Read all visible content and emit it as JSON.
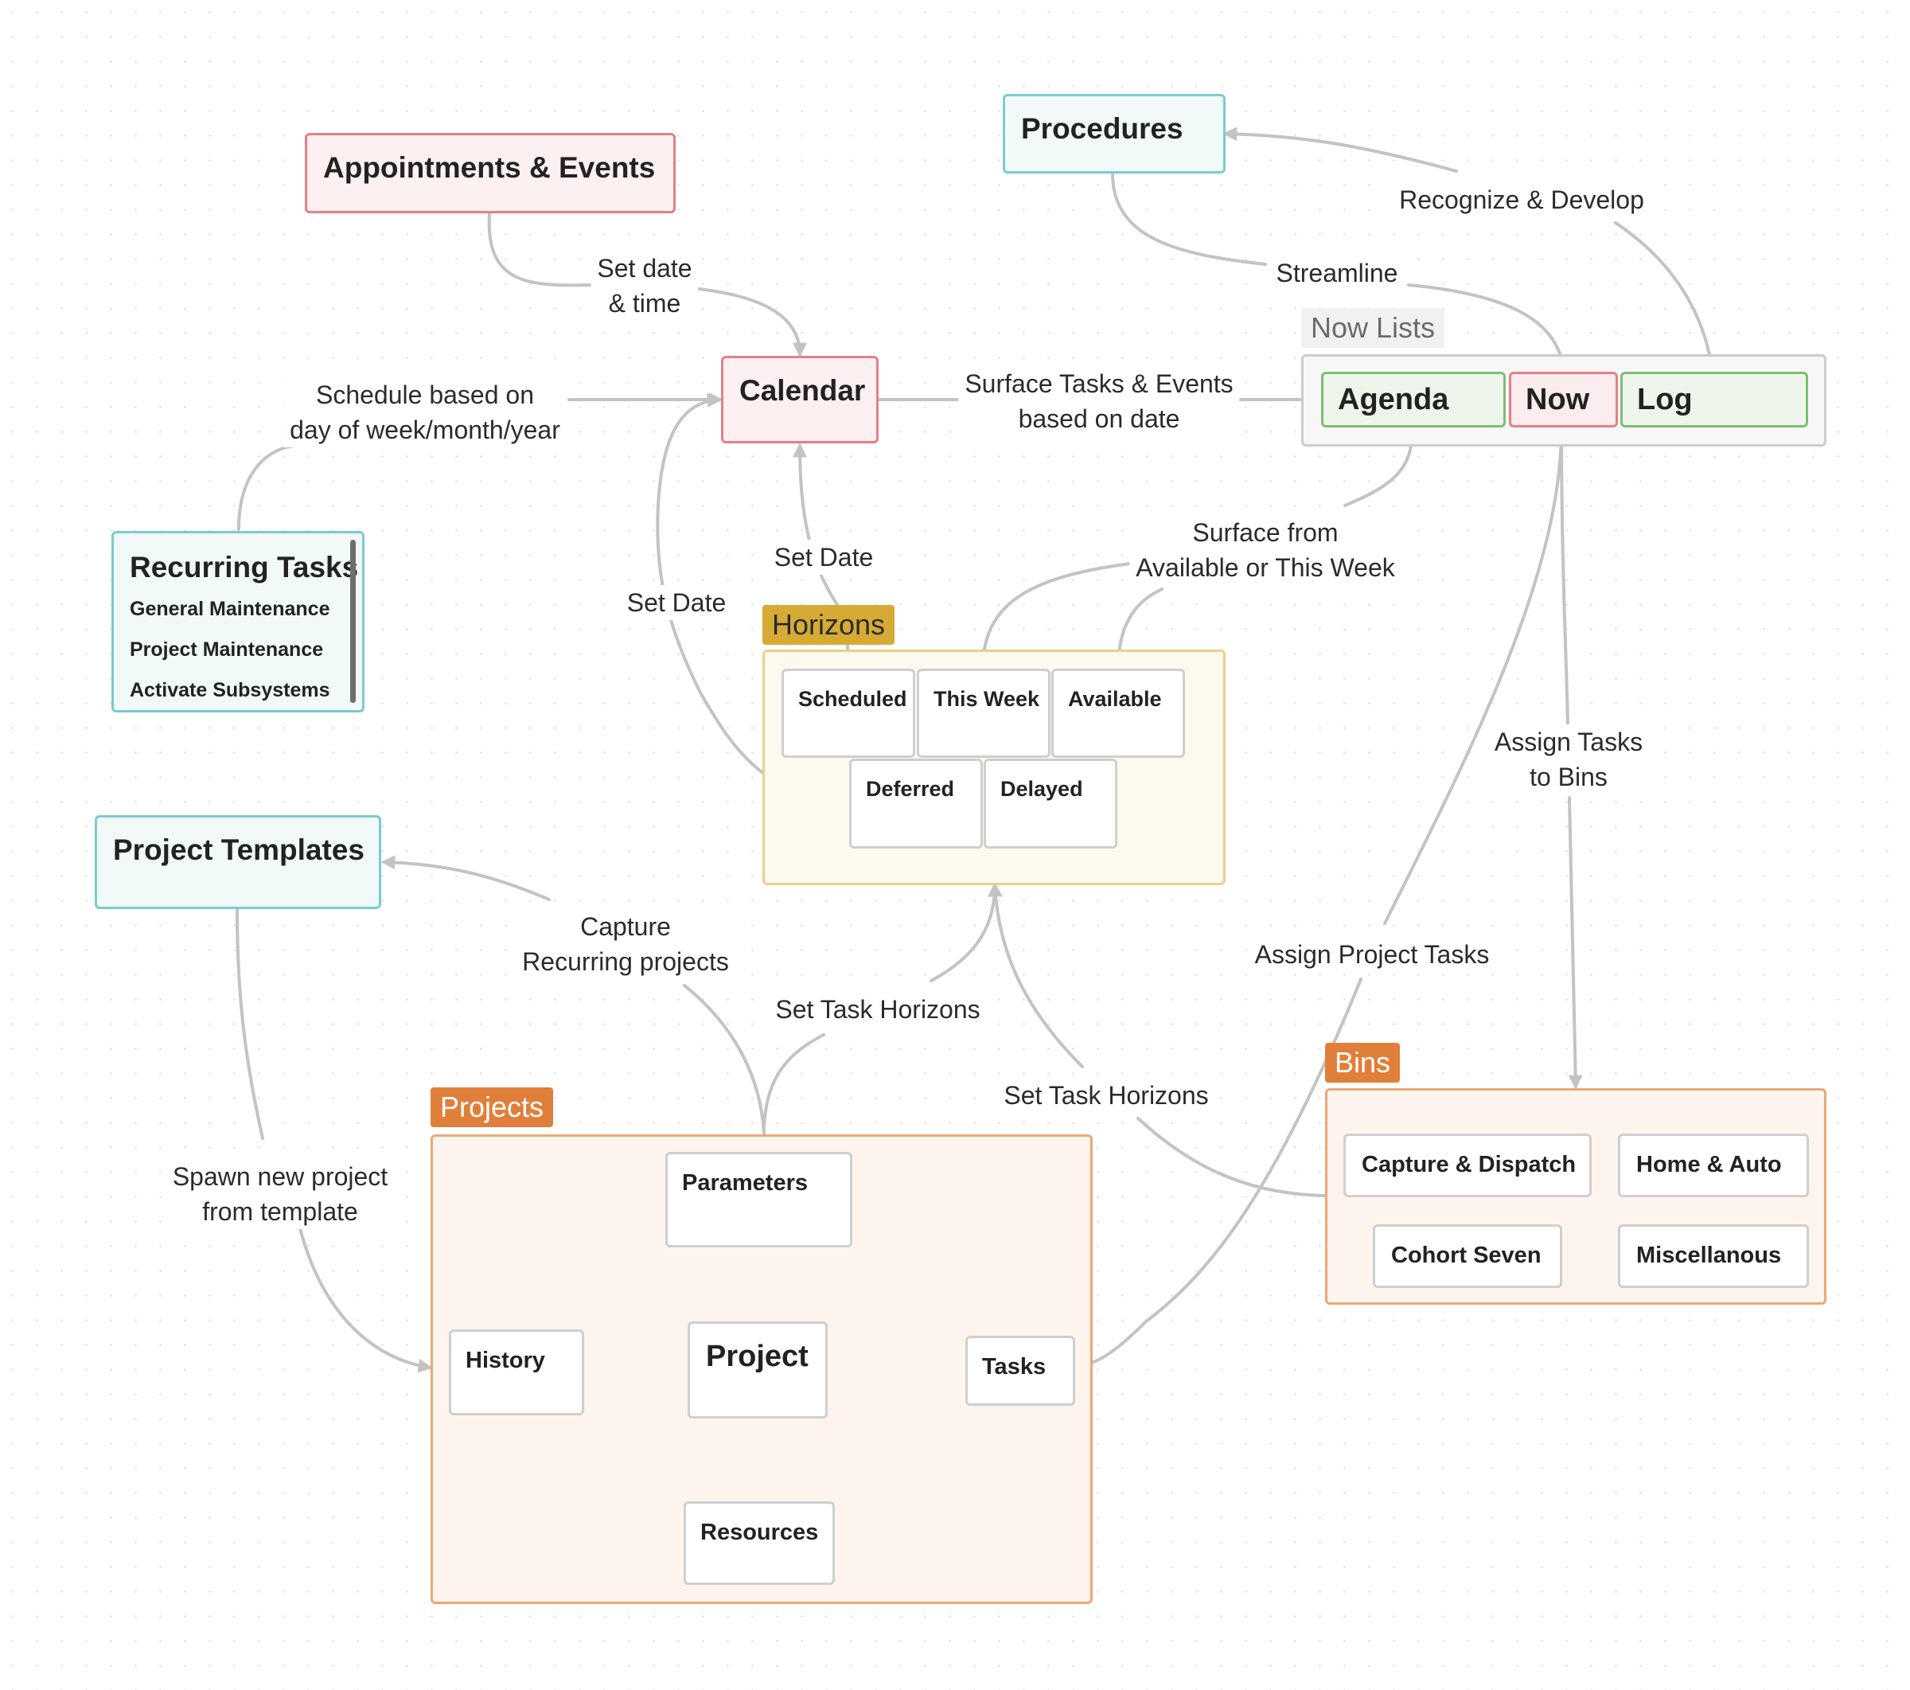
{
  "nodes": {
    "appointments": "Appointments & Events",
    "procedures": "Procedures",
    "calendar": "Calendar",
    "recurring": {
      "title": "Recurring Tasks",
      "items": [
        "General Maintenance",
        "Project Maintenance",
        "Activate Subsystems"
      ]
    },
    "project_templates": "Project Templates"
  },
  "groups": {
    "now_lists": {
      "title": "Now Lists",
      "items": [
        "Agenda",
        "Now",
        "Log"
      ]
    },
    "horizons": {
      "title": "Horizons",
      "items": [
        "Scheduled",
        "This Week",
        "Available",
        "Deferred",
        "Delayed"
      ]
    },
    "projects": {
      "title": "Projects",
      "items": [
        "Parameters",
        "History",
        "Project",
        "Tasks",
        "Resources"
      ]
    },
    "bins": {
      "title": "Bins",
      "items": [
        "Capture & Dispatch",
        "Home & Auto",
        "Cohort Seven",
        "Miscellanous"
      ]
    }
  },
  "edge_labels": {
    "set_date_time": [
      "Set date",
      "& time"
    ],
    "schedule_based": [
      "Schedule based on",
      "day of week/month/year"
    ],
    "surface_tasks": [
      "Surface Tasks & Events",
      "based on date"
    ],
    "recognize": "Recognize & Develop",
    "streamline": "Streamline",
    "set_date_horizons": "Set Date",
    "set_date_deferred": "Set Date",
    "surface_from": [
      "Surface from",
      "Available or This Week"
    ],
    "assign_bins": [
      "Assign Tasks",
      "to Bins"
    ],
    "assign_project_tasks": "Assign Project Tasks",
    "capture_recurring": [
      "Capture",
      "Recurring projects"
    ],
    "set_task_horizons_projects": "Set Task Horizons",
    "set_task_horizons_bins": "Set Task Horizons",
    "spawn": [
      "Spawn new project",
      "from template"
    ]
  },
  "colors": {
    "edge": "#c3c3c3",
    "calendar_border": "#e47f86",
    "procedures_border": "#7ccbcf",
    "agenda_border": "#7fbd74",
    "horizons_accent": "#d6ab35",
    "projects_accent": "#e07f3a",
    "bins_accent": "#e07f3a"
  }
}
